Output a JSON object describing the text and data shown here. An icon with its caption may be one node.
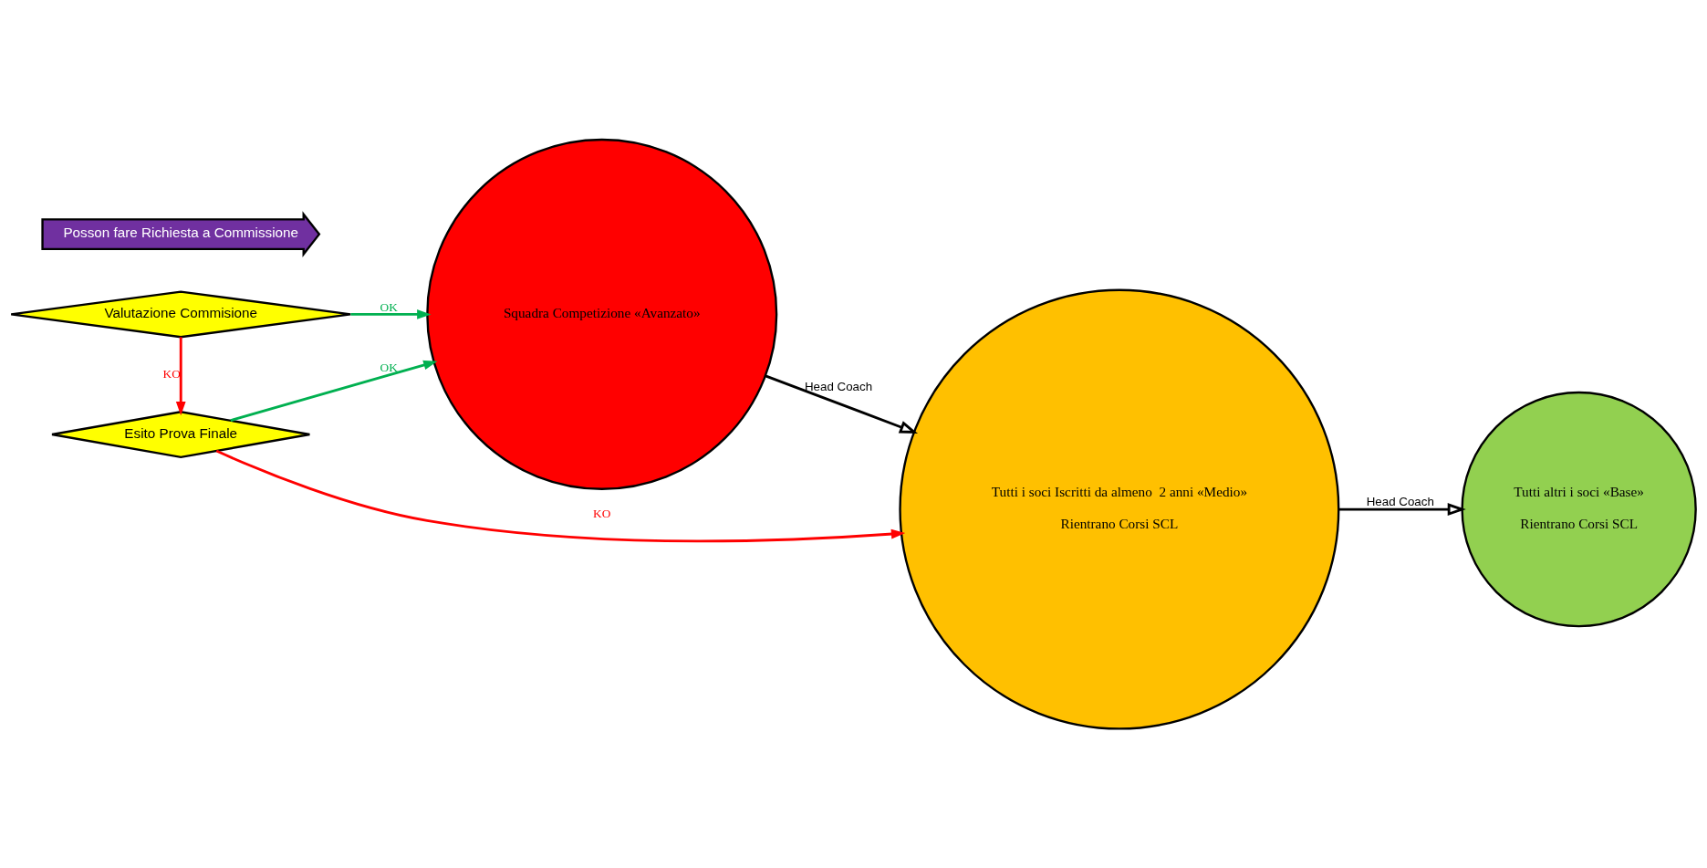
{
  "diagram": {
    "nodes": [
      {
        "text": [
          "Squadra Competizione «Avanzato»"
        ]
      },
      {
        "text": [
          "Tutti i soci Iscritti da almeno  2 anni «Medio»",
          "Rientrano Corsi SCL"
        ]
      },
      {
        "text": [
          "Tutti altri i soci «Base»",
          "Rientrano Corsi SCL"
        ]
      },
      {
        "text": [
          "Posson fare Richiesta a Commissione"
        ]
      },
      {
        "text": [
          "Valutazione Commisione"
        ]
      },
      {
        "text": [
          "Esito Prova Finale"
        ]
      }
    ],
    "edges": [
      {
        "from": 0,
        "to": 1,
        "arrow": "to",
        "label": "Head Coach"
      },
      {
        "from": 1,
        "to": 2,
        "arrow": "to",
        "label": "Head Coach"
      },
      {
        "from": 4,
        "to": 0,
        "arrow": "to",
        "label": "OK",
        "color": "#00b050"
      },
      {
        "from": 4,
        "to": 5,
        "arrow": "to",
        "label": "KO",
        "color": "#ff0000"
      },
      {
        "from": 5,
        "to": 0,
        "arrow": "to",
        "label": "OK",
        "color": "#00b050"
      },
      {
        "from": 5,
        "to": 1,
        "arrow": "to",
        "label": "KO",
        "color": "#ff0000"
      }
    ]
  }
}
